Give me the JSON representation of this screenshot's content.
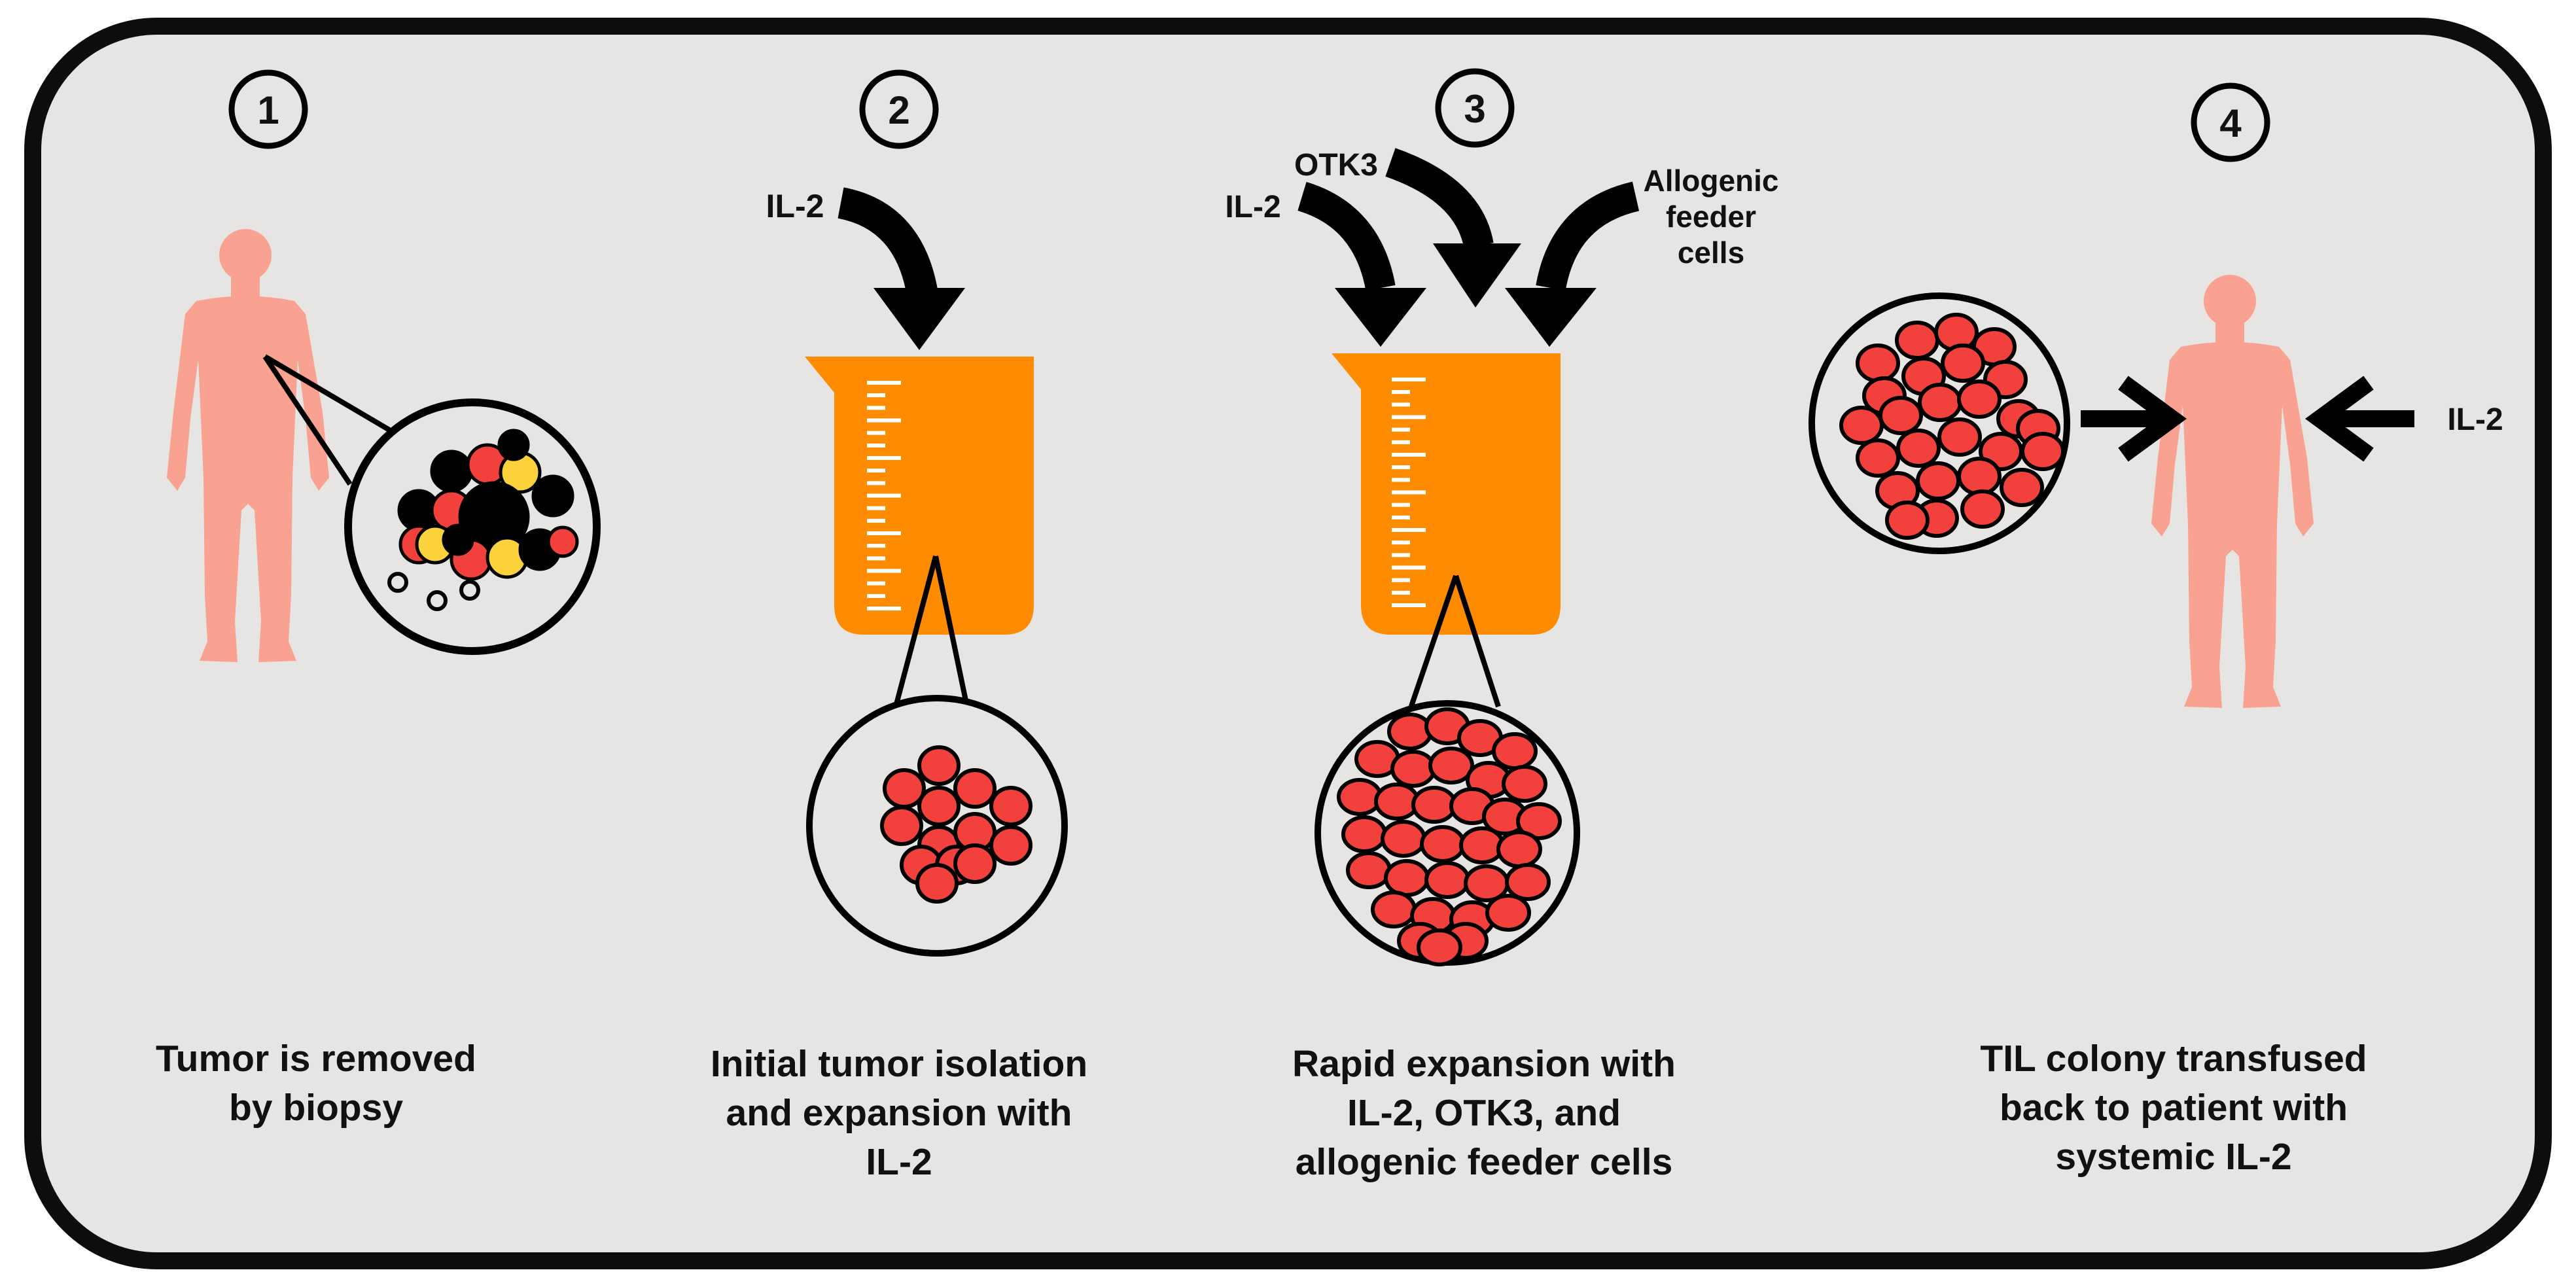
{
  "colors": {
    "background": "#e6e5e3",
    "border": "#0d0d0d",
    "human": "#f9a292",
    "beaker": "#ff8c00",
    "beaker_marks": "#ffffff",
    "cell_red": "#f2413d",
    "cell_yellow": "#fbd13c",
    "cell_black": "#000000",
    "arrow": "#000000"
  },
  "steps": [
    {
      "number": "1",
      "caption": [
        "Tumor is removed",
        "by biopsy"
      ]
    },
    {
      "number": "2",
      "inputs": [
        "IL-2"
      ],
      "caption": [
        "Initial tumor isolation",
        "and expansion with",
        "IL-2"
      ]
    },
    {
      "number": "3",
      "inputs": [
        "IL-2",
        "OTK3",
        "Allogenic",
        "feeder",
        "cells"
      ],
      "caption": [
        "Rapid expansion with",
        "IL-2, OTK3, and",
        "allogenic feeder cells"
      ]
    },
    {
      "number": "4",
      "inputs": [
        "IL-2"
      ],
      "caption": [
        "TIL colony transfused",
        "back to patient with",
        "systemic IL-2"
      ]
    }
  ],
  "icons": [
    "human-silhouette-icon",
    "beaker-icon",
    "curved-arrow-icon",
    "straight-arrow-icon",
    "magnifier-circle-icon"
  ]
}
